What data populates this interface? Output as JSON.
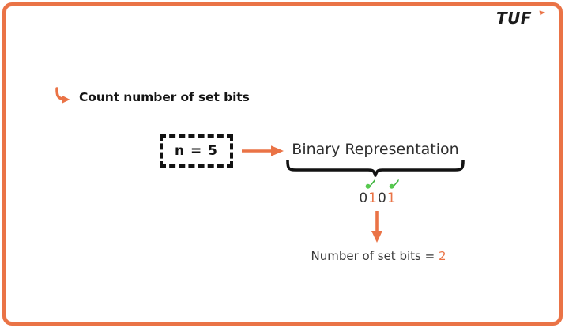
{
  "theme": {
    "accent": "#ea7346",
    "ink": "#141414",
    "muted_ink": "#3a3a3a",
    "check_green": "#3fb53f",
    "background": "#ffffff"
  },
  "frame": {
    "name": "orange-rounded-border"
  },
  "logo": {
    "text": "TUF",
    "mark": "arrow-chevron"
  },
  "heading": {
    "arrow_icon": "curved-hook-arrow-icon",
    "text": "Count number of set bits"
  },
  "input_box": {
    "label": "n = 5",
    "style": "dashed"
  },
  "flow_arrow": {
    "icon": "arrow-right-icon"
  },
  "binary": {
    "title": "Binary Representation",
    "brace_icon": "curly-brace-down-icon",
    "bits": [
      {
        "value": "0",
        "set": false
      },
      {
        "value": "1",
        "set": true
      },
      {
        "value": "0",
        "set": false
      },
      {
        "value": "1",
        "set": true
      }
    ],
    "check_icon": "check-mark-icon",
    "checks": 2
  },
  "down_arrow": {
    "icon": "arrow-down-icon"
  },
  "result": {
    "label": "Number of set bits =",
    "value": "2"
  }
}
